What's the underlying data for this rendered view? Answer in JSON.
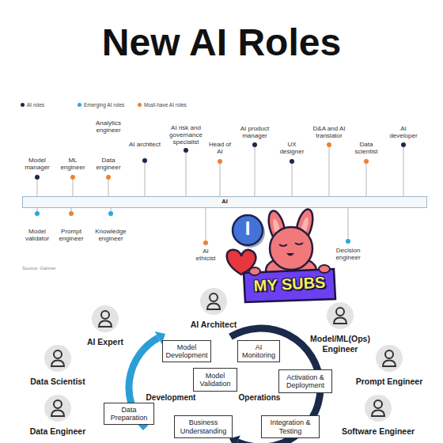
{
  "diagram": {
    "title": "New AI Roles",
    "nodes": [
      {
        "text": [
          "AI"
        ]
      },
      {
        "text": [
          "AI Architect"
        ]
      },
      {
        "text": [
          "AI Expert"
        ]
      },
      {
        "text": [
          "Model/ML(Ops) Engineer"
        ]
      },
      {
        "text": [
          "Model Development"
        ]
      },
      {
        "text": [
          "AI Monitoring"
        ]
      },
      {
        "text": [
          "Data Scientist"
        ]
      },
      {
        "text": [
          "Prompt Engineer"
        ]
      },
      {
        "text": [
          "Model Validation"
        ]
      },
      {
        "text": [
          "Activation & Deployment"
        ]
      },
      {
        "text": [
          "Data Preparation"
        ]
      },
      {
        "text": [
          "Data Engineer"
        ]
      },
      {
        "text": [
          "Software Engineer"
        ]
      },
      {
        "text": [
          "Business Understanding"
        ]
      },
      {
        "text": [
          "Integration & Testing"
        ]
      }
    ],
    "labels": [
      "Model manager",
      "ML engineer",
      "Analytics engineer",
      "Data engineer",
      "AI architect",
      "AI risk and governance specialist",
      "Head of AI",
      "AI product manager",
      "UX designer",
      "D&A and AI translator",
      "Data scientist",
      "AI developer",
      "Model validator",
      "Prompt engineer",
      "Knowledge engineer",
      "AI ethicist",
      "Decision engineer",
      "Source: Gartner",
      "I",
      "MY SUBS",
      "Development",
      "Operations"
    ],
    "legend": [
      {
        "text": "AI roles",
        "color": "#1b2a4a"
      },
      {
        "text": "Emerging AI roles",
        "color": "#29a8e0"
      },
      {
        "text": "Must-have AI roles",
        "color": "#e8833a"
      }
    ]
  }
}
